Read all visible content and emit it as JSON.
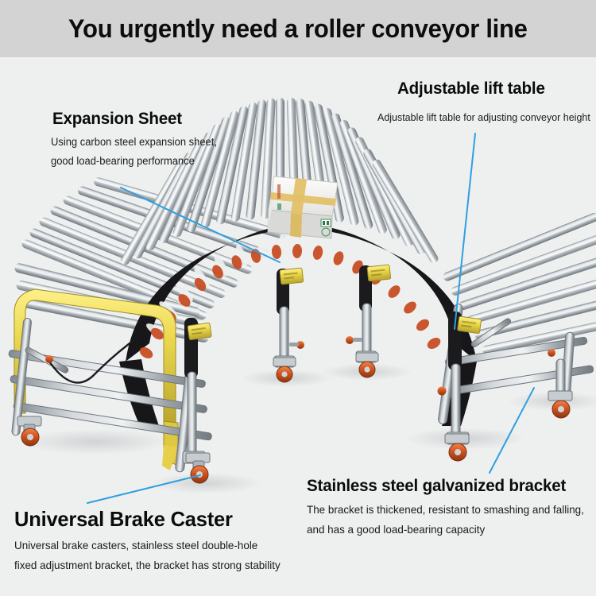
{
  "header": {
    "title": "You urgently need a roller conveyor line",
    "bar_color": "#d3d3d3",
    "text_color": "#0d0d0d"
  },
  "page": {
    "background": "#eef0f0",
    "leader_line_color": "#2f9fe0"
  },
  "callouts": [
    {
      "id": "expansion",
      "title": "Expansion Sheet",
      "lines": [
        "Using carbon steel expansion sheet,",
        "good load-bearing performance"
      ]
    },
    {
      "id": "lift",
      "title": "Adjustable lift table",
      "lines": [
        "Adjustable lift table for adjusting conveyor height"
      ]
    },
    {
      "id": "caster",
      "title": "Universal Brake Caster",
      "lines": [
        "Universal brake casters, stainless steel double-hole",
        "fixed adjustment bracket, the bracket has strong stability"
      ]
    },
    {
      "id": "bracket",
      "title": "Stainless steel galvanized bracket",
      "lines": [
        "The bracket is thickened, resistant to smashing and falling,",
        "and has a good load-bearing capacity"
      ]
    }
  ],
  "product": {
    "name": "flexible-expandable-roller-conveyor",
    "colors": {
      "roller_chrome": "#b9bec2",
      "roller_chrome_light": "#e3e7e9",
      "scissor_black": "#1b1b1e",
      "bearing_orange": "#d4532a",
      "handle_yellow": "#e8d44d",
      "label_yellow": "#e8d84a",
      "caster_orange": "#d2551f",
      "frame_galv": "#a9afb4",
      "box_white": "#f2f2f0",
      "box_tape": "#e0c068"
    },
    "parts": [
      "chrome-rollers",
      "black-scissor-linkage",
      "yellow-end-handle-frame",
      "galvanized-support-legs",
      "orange-brake-casters",
      "yellow-warning-labels",
      "cardboard-box-on-rollers"
    ]
  }
}
